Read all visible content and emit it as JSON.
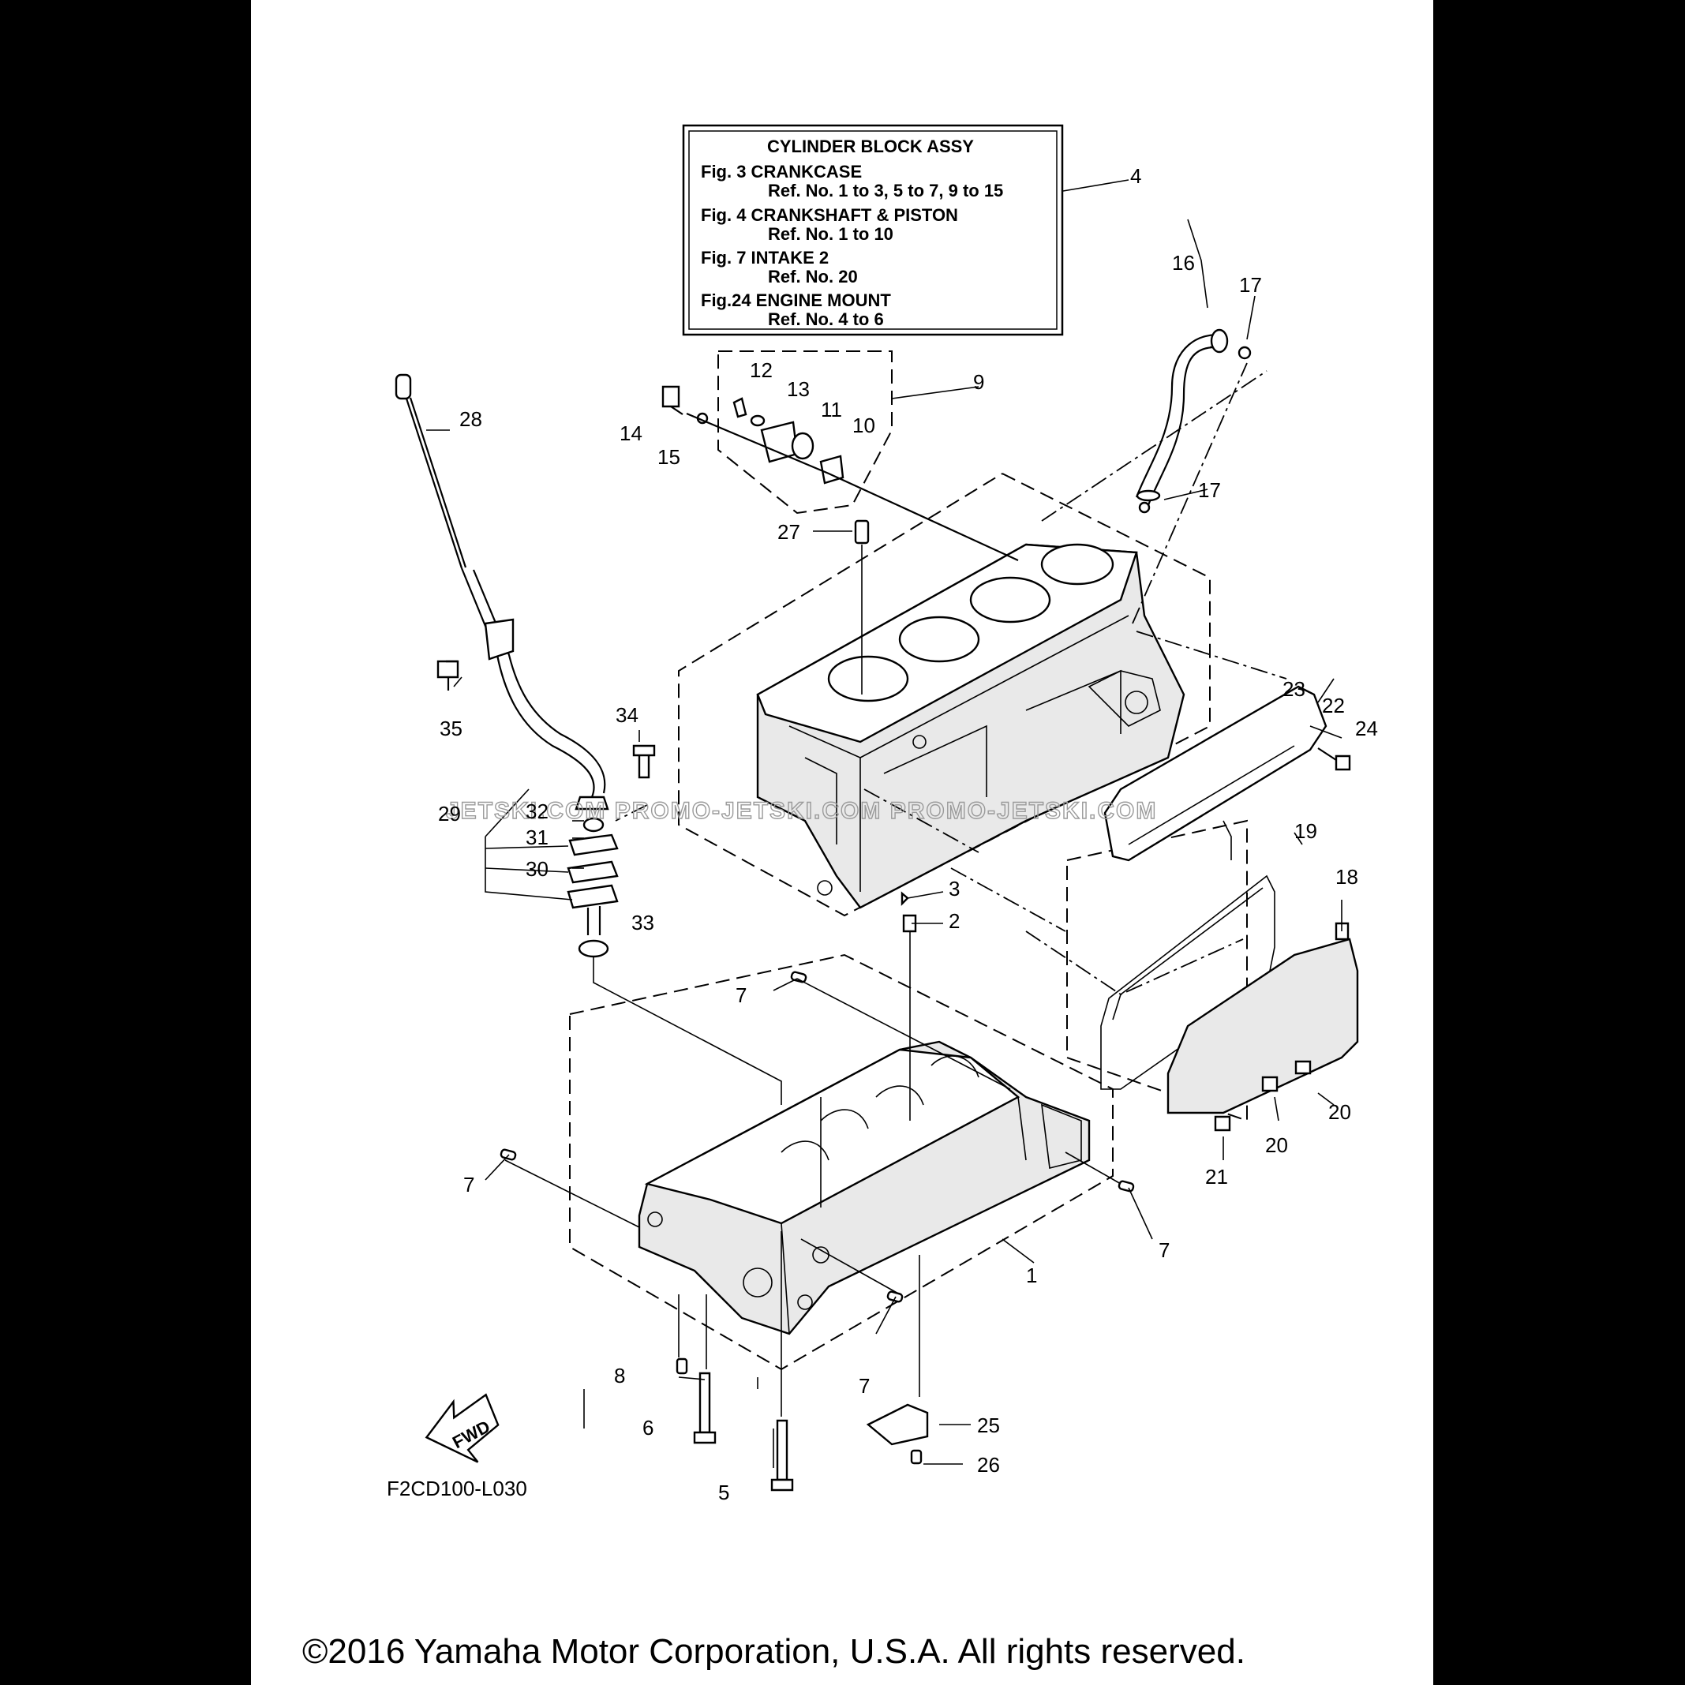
{
  "title_box": {
    "heading": "CYLINDER BLOCK ASSY",
    "lines": [
      "Fig.  3 CRANKCASE",
      "Ref. No. 1 to 3, 5 to 7, 9 to 15",
      "Fig.  4 CRANKSHAFT & PISTON",
      "Ref. No. 1 to 10",
      "Fig.  7 INTAKE 2",
      "Ref. No. 20",
      "Fig.24 ENGINE MOUNT",
      "Ref. No. 4 to 6"
    ]
  },
  "callouts": [
    "4",
    "16",
    "17",
    "12",
    "13",
    "9",
    "11",
    "10",
    "14",
    "15",
    "28",
    "17",
    "27",
    "35",
    "34",
    "32",
    "29",
    "31",
    "30",
    "33",
    "3",
    "2",
    "23",
    "22",
    "24",
    "19",
    "18",
    "7",
    "7",
    "7",
    "7",
    "20",
    "20",
    "21",
    "1",
    "8",
    "6",
    "5",
    "25",
    "26"
  ],
  "watermark": "JETSKI.COM    PROMO-JETSKI.COM    PROMO-JETSKI.COM",
  "fwd_label": "FWD",
  "drawing_code": "F2CD100-L030",
  "copyright": "©2016 Yamaha Motor Corporation, U.S.A. All rights reserved.",
  "colors": {
    "background": "#000000",
    "sheet": "#ffffff",
    "ink": "#000000"
  }
}
